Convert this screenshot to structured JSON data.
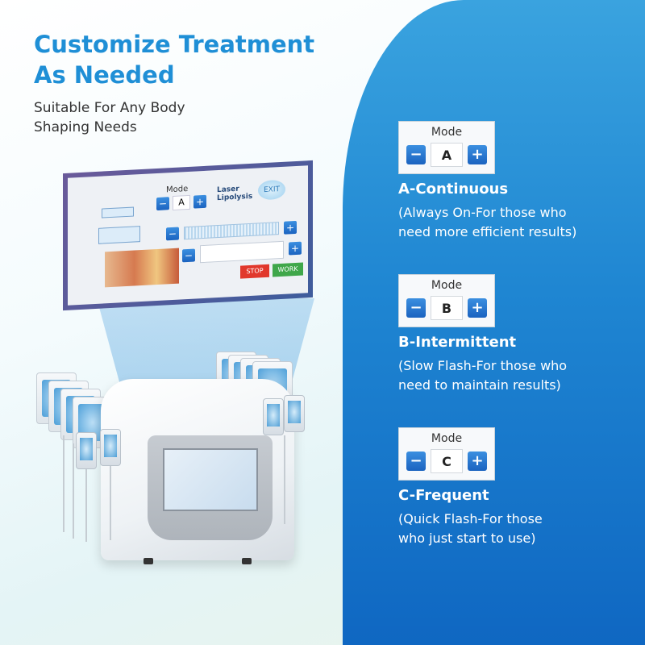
{
  "headline": {
    "line1": "Customize Treatment",
    "line2": "As Needed"
  },
  "subtitle": {
    "line1": "Suitable For Any Body",
    "line2": "Shaping Needs"
  },
  "colors": {
    "accent": "#1f8fd6",
    "panel_blue": "#1f86d2",
    "button_blue": "#1b63c0",
    "stop_red": "#e1382c",
    "work_green": "#3fa74a"
  },
  "modes": [
    {
      "label": "Mode",
      "value": "A",
      "minus": "−",
      "plus": "+",
      "title": "A-Continuous",
      "desc_line1": "(Always On-For those who",
      "desc_line2": "need more efficient results)"
    },
    {
      "label": "Mode",
      "value": "B",
      "minus": "−",
      "plus": "+",
      "title": "B-Intermittent",
      "desc_line1": "(Slow Flash-For those who",
      "desc_line2": "need to maintain results)"
    },
    {
      "label": "Mode",
      "value": "C",
      "minus": "−",
      "plus": "+",
      "title": "C-Frequent",
      "desc_line1": "(Quick Flash-For those",
      "desc_line2": "who just start to use)"
    }
  ],
  "device_screen": {
    "mode_label": "Mode",
    "mode_value": "A",
    "minus": "−",
    "plus": "+",
    "title_line1": "Laser",
    "title_line2": "Lipolysis",
    "exit_label": "EXIT",
    "stop_label": "STOP",
    "work_label": "WORK"
  }
}
